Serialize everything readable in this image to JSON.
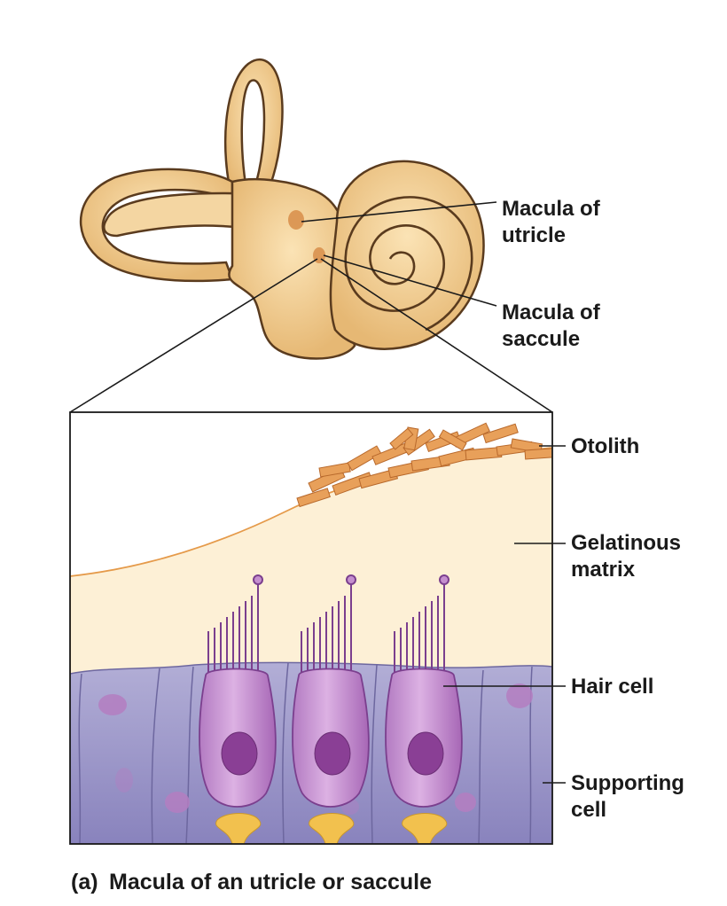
{
  "labels": {
    "macula_utricle_line1": "Macula of",
    "macula_utricle_line2": "utricle",
    "macula_saccule_line1": "Macula of",
    "macula_saccule_line2": "saccule",
    "otolith": "Otolith",
    "gelatinous_line1": "Gelatinous",
    "gelatinous_line2": "matrix",
    "hair_cell": "Hair cell",
    "supporting_line1": "Supporting",
    "supporting_line2": "cell"
  },
  "caption": {
    "letter": "(a)",
    "text": "Macula of an utricle or saccule"
  },
  "colors": {
    "bony_tan": "#f0cf95",
    "bony_outline": "#5a3b1e",
    "macula_patch": "#d9914e",
    "otolith": "#e8a05a",
    "matrix": "#fdf0d6",
    "support_cells": "#9e9ac8",
    "hair_cell": "#c58fcf",
    "nucleus": "#8a3f95",
    "nerve": "#f2c14e"
  }
}
